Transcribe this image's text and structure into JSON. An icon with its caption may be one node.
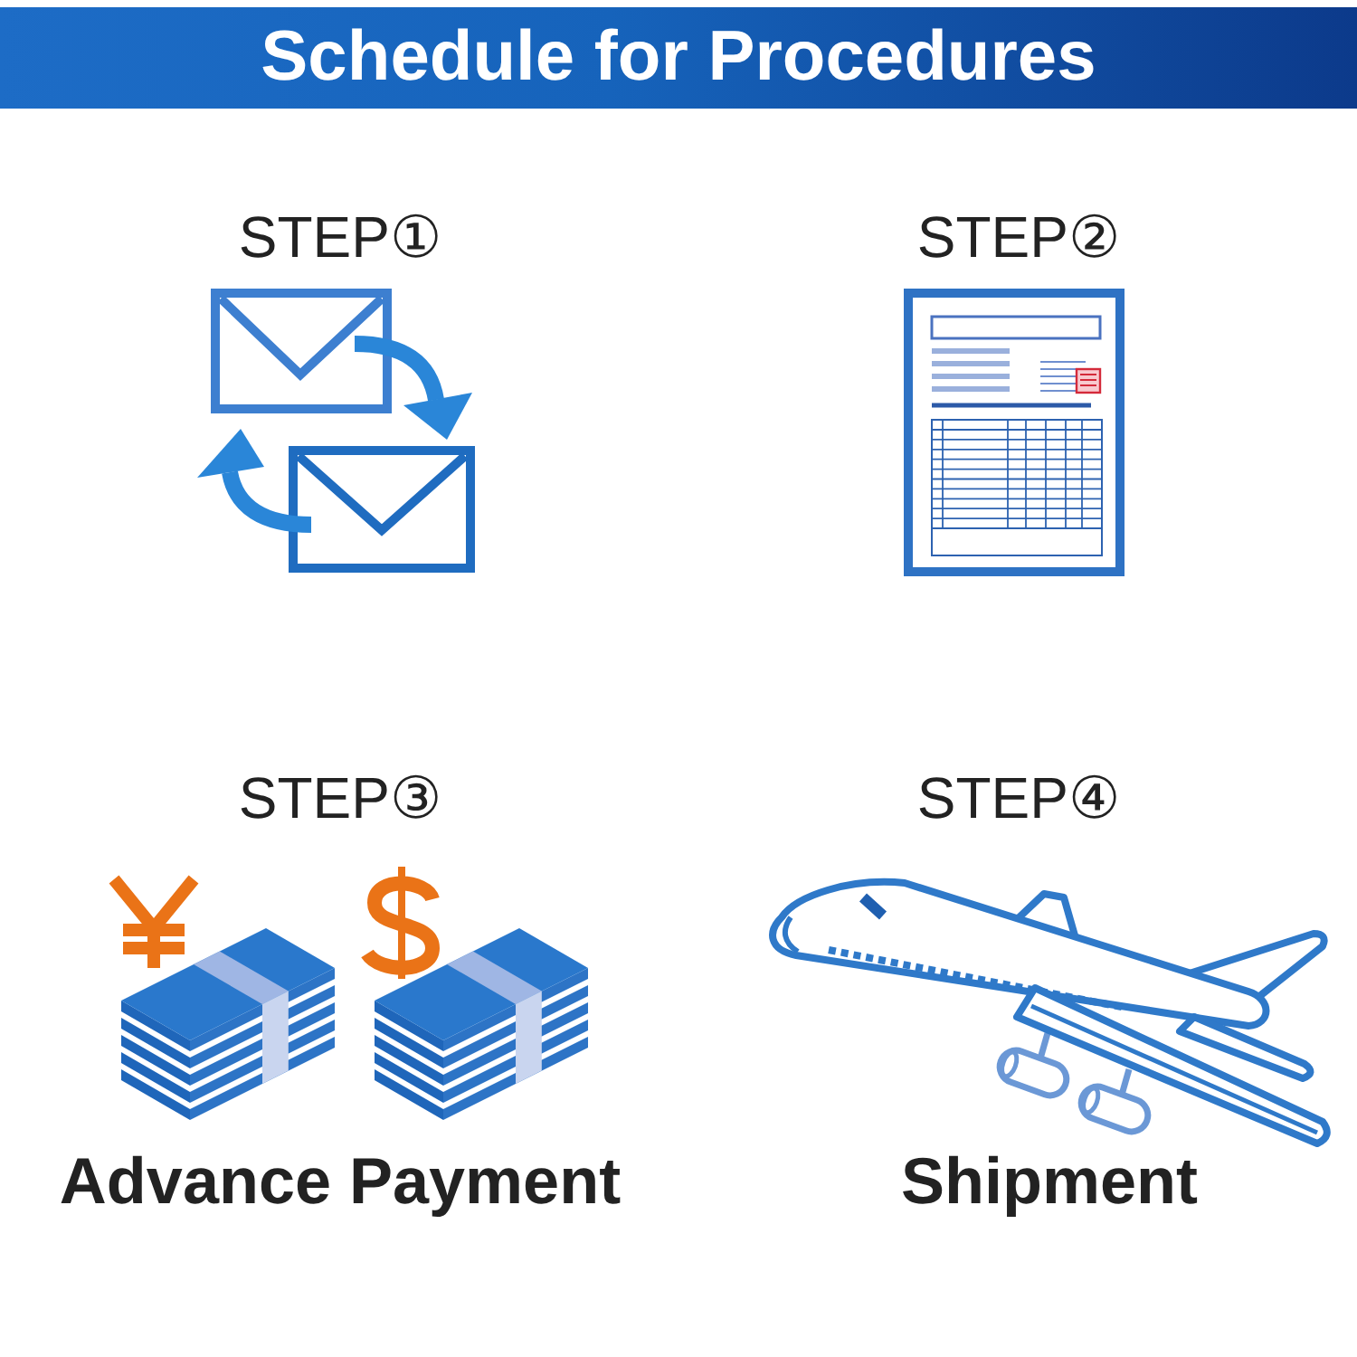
{
  "diagram": {
    "title": "Schedule for Procedures",
    "labels": [
      "STEP①",
      "STEP②",
      "STEP③",
      "STEP④",
      "Advance Payment",
      "Shipment"
    ]
  }
}
